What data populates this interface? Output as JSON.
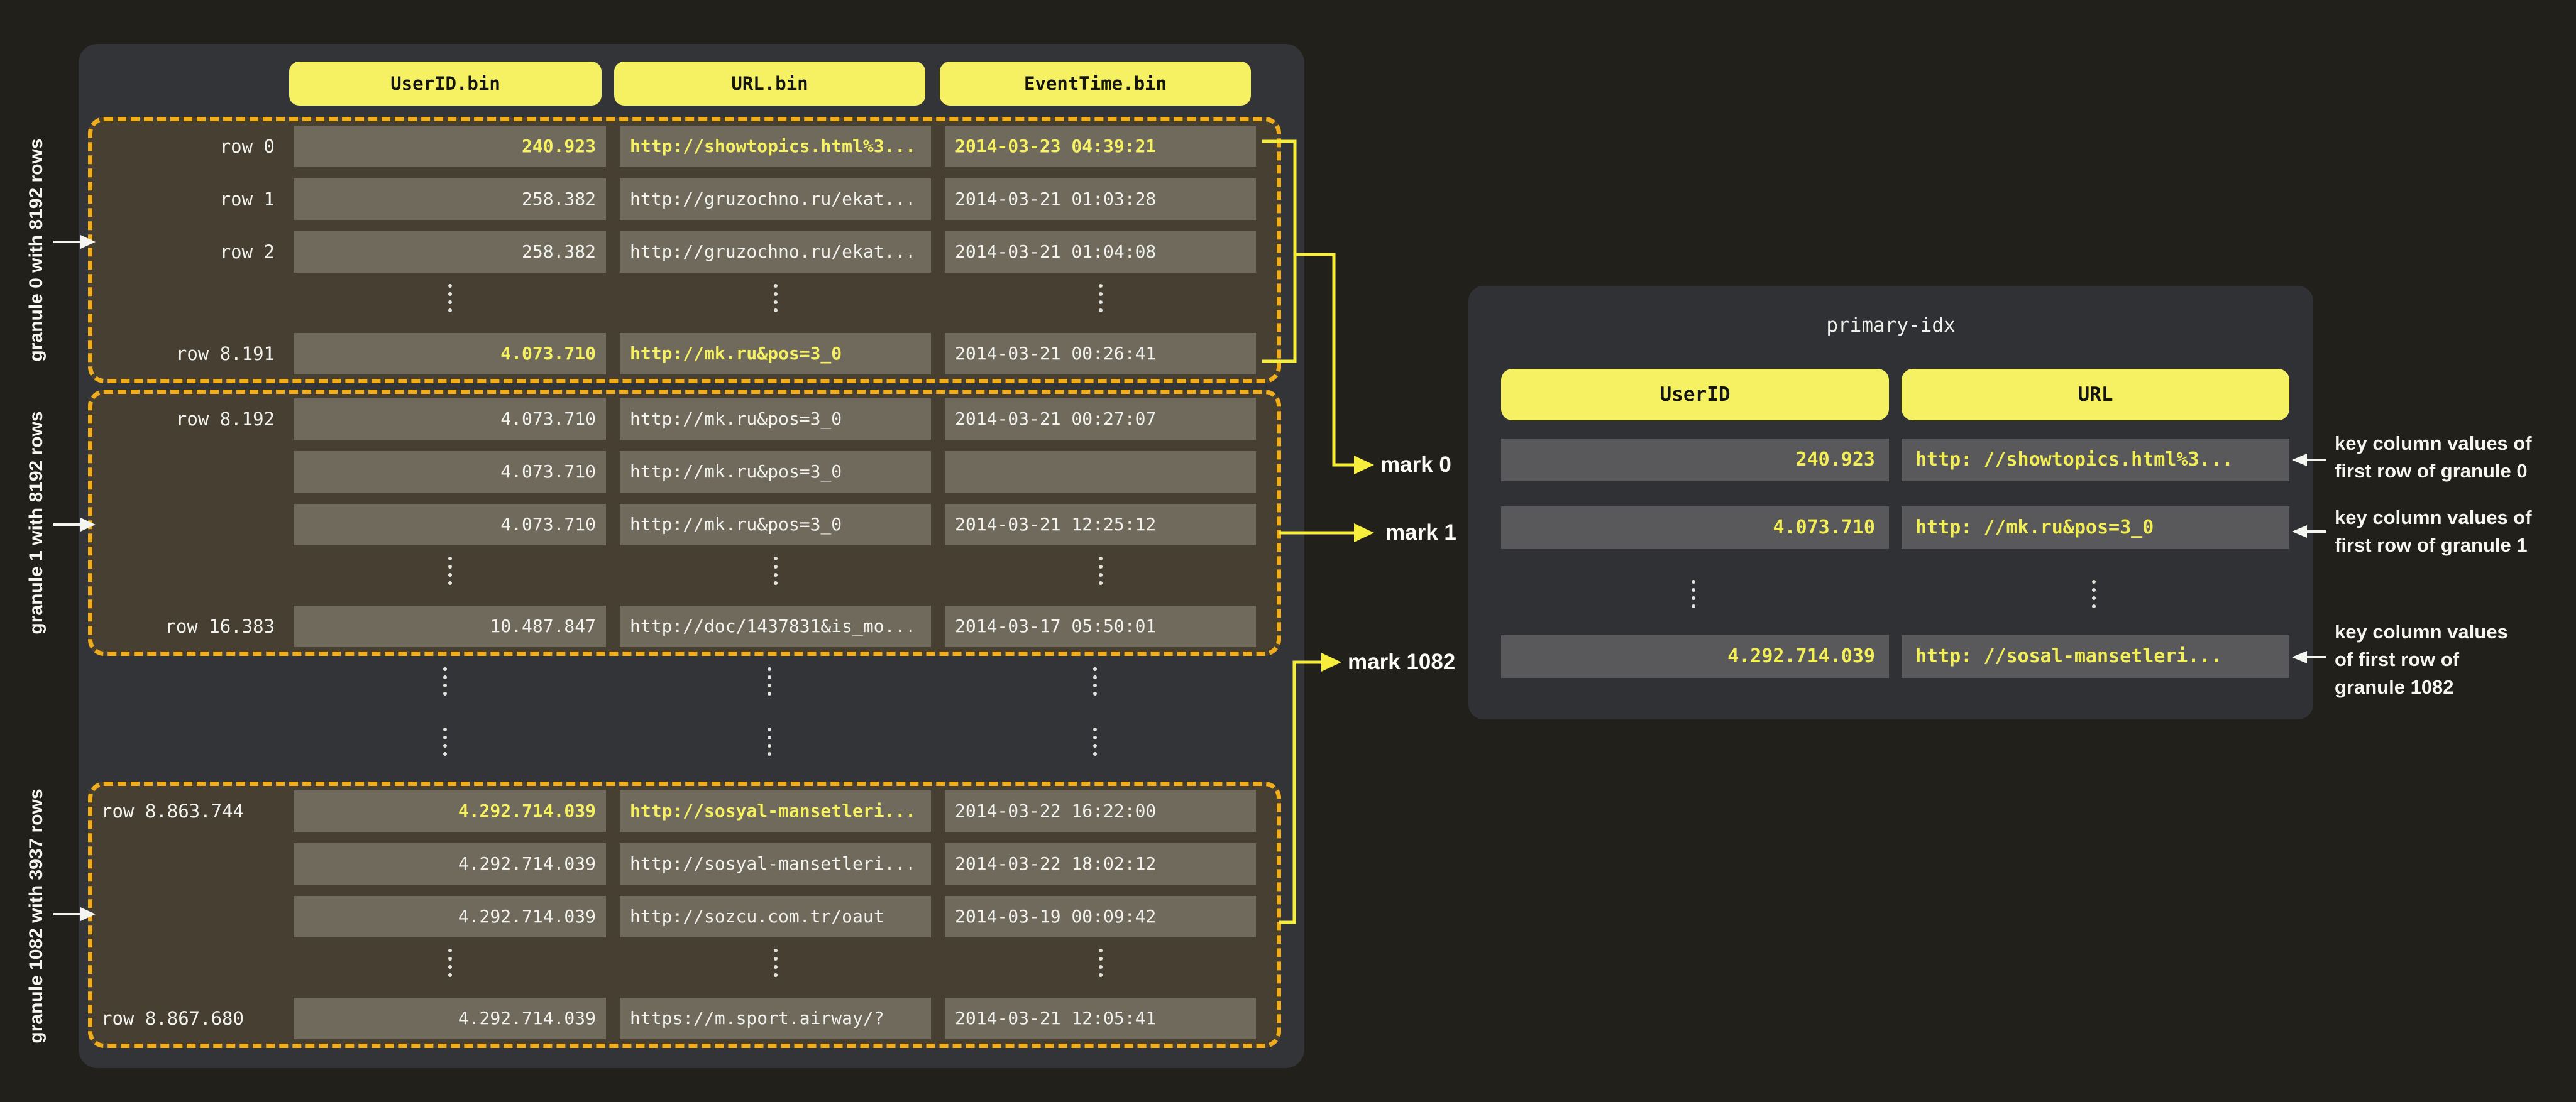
{
  "bin_panel": {
    "headers": [
      "UserID.bin",
      "URL.bin",
      "EventTime.bin"
    ],
    "granules": [
      {
        "side_label": "granule 0 with 8192 rows",
        "rows": [
          {
            "label": "row 0",
            "user": "240.923",
            "url": "http://showtopics.html%3...",
            "time": "2014-03-23 04:39:21"
          },
          {
            "label": "row 1",
            "user": "258.382",
            "url": "http://gruzochno.ru/ekat...",
            "time": "2014-03-21 01:03:28"
          },
          {
            "label": "row 2",
            "user": "258.382",
            "url": "http://gruzochno.ru/ekat...",
            "time": "2014-03-21 01:04:08"
          },
          {
            "label": "row 8.191",
            "user": "4.073.710",
            "url": "http://mk.ru&pos=3_0",
            "time": "2014-03-21 00:26:41"
          }
        ]
      },
      {
        "side_label": "granule 1 with 8192 rows",
        "rows": [
          {
            "label": "row 8.192",
            "user": "4.073.710",
            "url": "http://mk.ru&pos=3_0",
            "time": "2014-03-21 00:27:07"
          },
          {
            "label": "",
            "user": "4.073.710",
            "url": "http://mk.ru&pos=3_0",
            "time": ""
          },
          {
            "label": "",
            "user": "4.073.710",
            "url": "http://mk.ru&pos=3_0",
            "time": "2014-03-21 12:25:12"
          },
          {
            "label": "row 16.383",
            "user": "10.487.847",
            "url": "http://doc/1437831&is_mo...",
            "time": "2014-03-17 05:50:01"
          }
        ]
      },
      {
        "side_label": "granule 1082 with 3937 rows",
        "rows": [
          {
            "label": "row 8.863.744",
            "user": "4.292.714.039",
            "url": "http://sosyal-mansetleri...",
            "time": "2014-03-22 16:22:00"
          },
          {
            "label": "",
            "user": "4.292.714.039",
            "url": "http://sosyal-mansetleri...",
            "time": "2014-03-22 18:02:12"
          },
          {
            "label": "",
            "user": "4.292.714.039",
            "url": "http://sozcu.com.tr/oaut",
            "time": "2014-03-19 00:09:42"
          },
          {
            "label": "row 8.867.680",
            "user": "4.292.714.039",
            "url": "https://m.sport.airway/?",
            "time": "2014-03-21 12:05:41"
          }
        ]
      }
    ]
  },
  "marks": {
    "m0": "mark 0",
    "m1": "mark 1",
    "m1082": "mark 1082"
  },
  "index_panel": {
    "title": "primary-idx",
    "headers": [
      "UserID",
      "URL"
    ],
    "rows": [
      {
        "user": "240.923",
        "url": "http: //showtopics.html%3..."
      },
      {
        "user": "4.073.710",
        "url": "http: //mk.ru&pos=3_0"
      },
      {
        "user": "4.292.714.039",
        "url": "http: //sosal-mansetleri..."
      }
    ]
  },
  "annotations": [
    {
      "line1": "key column values of",
      "line2": "first row of granule 0",
      "line3": ""
    },
    {
      "line1": "key column values of",
      "line2": "first row of granule 1",
      "line3": ""
    },
    {
      "line1": "key column values",
      "line2": "of first row of",
      "line3": "granule 1082"
    }
  ],
  "colors": {
    "accent_yellow": "#f5f163",
    "dash_orange": "#f0ad1d",
    "connector_yellow": "#f6ee3a",
    "granule_fill": "#474032",
    "cell_fill": "#6f6a5b",
    "index_cell_fill": "#59595b"
  }
}
